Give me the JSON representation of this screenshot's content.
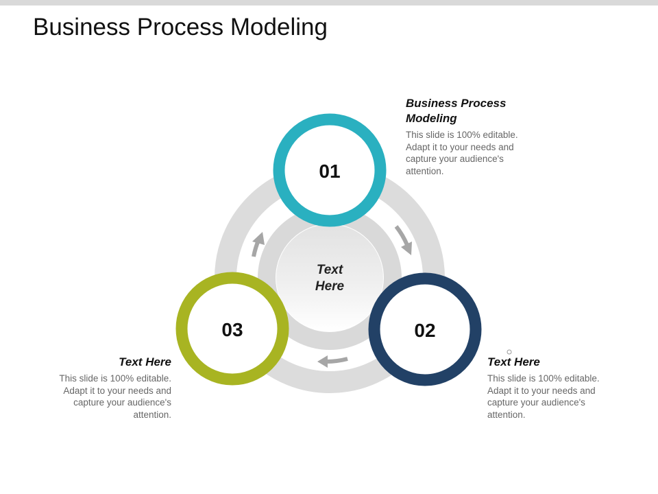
{
  "title": "Business Process Modeling",
  "center": {
    "line1": "Text",
    "line2": "Here"
  },
  "steps": [
    {
      "number": "01",
      "color": "#2ab0c0",
      "heading": "Business Process Modeling",
      "body": "This slide is 100% editable. Adapt it to your needs and capture your audience's attention."
    },
    {
      "number": "02",
      "color": "#224166",
      "heading": "Text Here",
      "body": "This slide is 100% editable. Adapt it to your needs and capture your audience's attention."
    },
    {
      "number": "03",
      "color": "#a8b422",
      "heading": "Text Here",
      "body": "This slide is 100% editable. Adapt it to your needs and capture your audience's attention."
    }
  ],
  "colors": {
    "outer_ring": "#dcdcdc",
    "inner_ring": "#d9d9d9",
    "arrow": "#a6a6a6"
  }
}
